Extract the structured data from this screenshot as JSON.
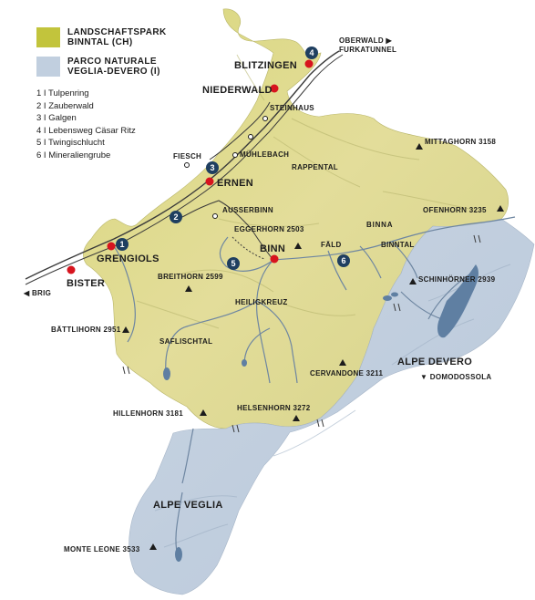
{
  "legend": {
    "park_ch": {
      "line1": "LANDSCHAFTSPARK",
      "line2": "BINNTAL (CH)",
      "color": "#c2c43c"
    },
    "park_it": {
      "line1": "PARCO NATURALE",
      "line2": "VEGLIA-DEVERO (I)",
      "color": "#c1cfdf"
    },
    "pois": [
      "1 I Tulpenring",
      "2 I Zauberwald",
      "3 I Galgen",
      "4 I Lebensweg Cäsar Ritz",
      "5 I Twingischlucht",
      "6 I Mineraliengrube"
    ]
  },
  "towns": {
    "blitzingen": "BLITZINGEN",
    "niederwald": "NIEDERWALD",
    "ernen": "ERNEN",
    "grengiols": "GRENGIOLS",
    "bister": "BISTER",
    "binn": "BINN"
  },
  "places": {
    "steinhaus": "STEINHAUS",
    "muhlebach": "MÜHLEBACH",
    "fiesch": "FIESCH",
    "ausserbinn": "AUSSERBINN",
    "rappental": "RAPPENTAL",
    "heiligkreuz": "HEILIGKREUZ",
    "saflischtal": "SAFLISCHTAL",
    "fald": "FÄLD",
    "binna": "BINNA",
    "binntal": "BINNTAL",
    "alpe_devero": "ALPE DEVERO",
    "alpe_veglia": "ALPE VEGLIA"
  },
  "directions": {
    "oberwald_line1": "OBERWALD ▶",
    "oberwald_line2": "FURKATUNNEL",
    "brig": "◀ BRIG",
    "domodossola": "▼ DOMODOSSOLA"
  },
  "peaks": {
    "mittaghorn": "MITTAGHORN 3158",
    "eggerhorn": "EGGERHORN 2503",
    "ofenhorn": "OFENHORN 3235",
    "schinhorner": "SCHINHÖRNER 2939",
    "breithorn": "BREITHORN 2599",
    "battlihorn": "BÄTTLIHORN 2951",
    "cervandone": "CERVANDONE 3211",
    "hillenhorn": "HILLENHORN 3181",
    "helsenhorn": "HELSENHORN 3272",
    "monte_leone": "MONTE LEONE 3533"
  },
  "markers": [
    "1",
    "2",
    "3",
    "4",
    "5",
    "6"
  ],
  "colors": {
    "town_dot": "#d7141e",
    "marker": "#1f3f60",
    "river": "#6e86a1",
    "road": "#3a3a3a",
    "lake": "#5f7fa2"
  }
}
